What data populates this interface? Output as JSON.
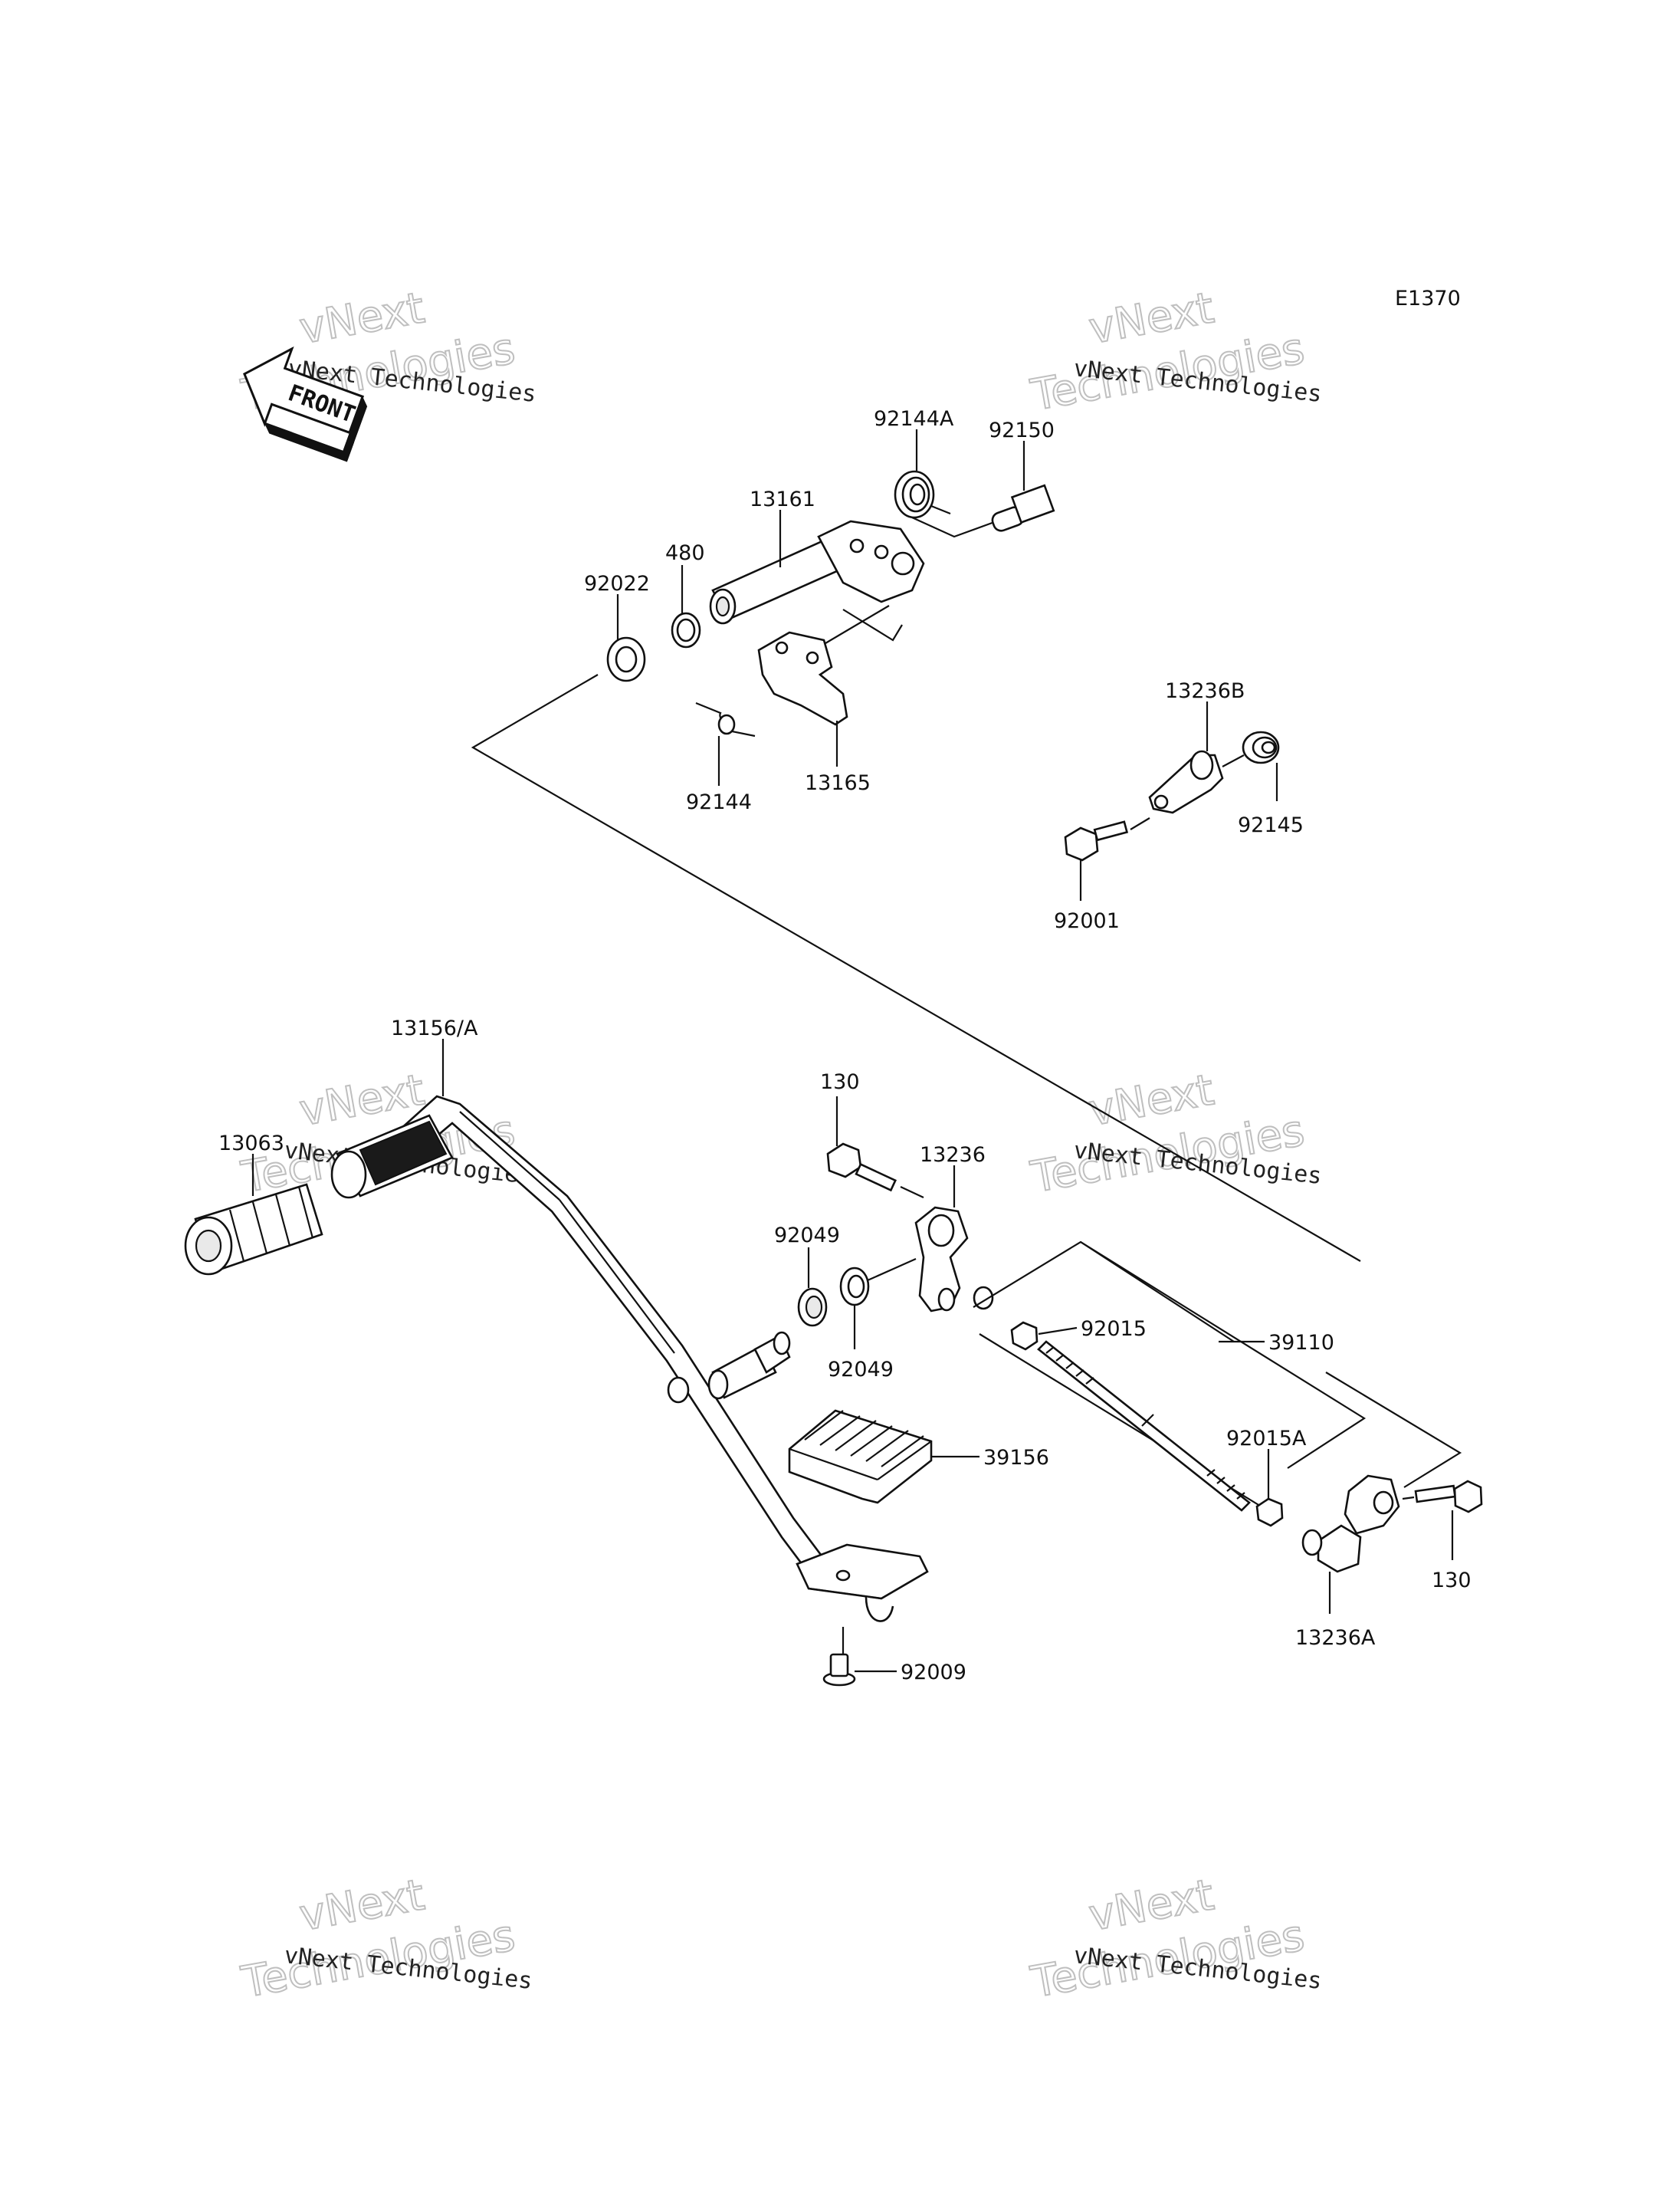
{
  "diagram_code": "E1370",
  "front_arrow_text": "FRONT",
  "watermark": {
    "line1": "vNext Technologies",
    "line2": "vNext",
    "line3": "Technologies"
  },
  "parts": {
    "p92144A": "92144A",
    "p92150": "92150",
    "p13161": "13161",
    "p480": "480",
    "p92022": "92022",
    "p92144": "92144",
    "p13165": "13165",
    "p13236B": "13236B",
    "p92145": "92145",
    "p92001": "92001",
    "p13156A": "13156/A",
    "p13063": "13063",
    "p130_top": "130",
    "p13236": "13236",
    "p92049_a": "92049",
    "p92049_b": "92049",
    "p92015": "92015",
    "p39110": "39110",
    "p92015A": "92015A",
    "p39156": "39156",
    "p130_right": "130",
    "p13236A": "13236A",
    "p92009": "92009"
  }
}
